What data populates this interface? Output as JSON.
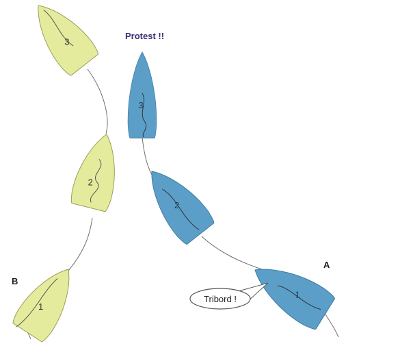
{
  "labels": {
    "protest": "Protest !!",
    "callout": "Tribord !",
    "boat_a": "A",
    "boat_b": "B"
  },
  "boats": {
    "yellow": {
      "color": "#e4eb9c",
      "outline": "#9a9d5a",
      "positions": [
        "3",
        "2",
        "1"
      ]
    },
    "blue": {
      "color": "#5b9fc9",
      "outline": "#3f7ca3",
      "positions": [
        "3",
        "2",
        "1"
      ]
    }
  }
}
